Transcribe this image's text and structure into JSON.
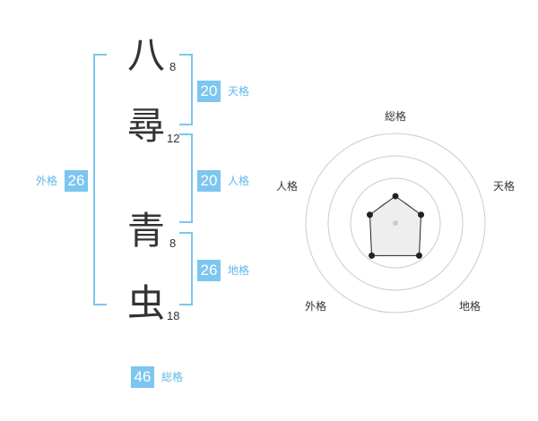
{
  "name": {
    "chars": [
      {
        "char": "八",
        "strokes": "8"
      },
      {
        "char": "尋",
        "strokes": "12"
      },
      {
        "char": "青",
        "strokes": "8"
      },
      {
        "char": "虫",
        "strokes": "18"
      }
    ]
  },
  "kaku": {
    "tenkaku": {
      "value": "20",
      "label": "天格"
    },
    "jinkaku": {
      "value": "20",
      "label": "人格"
    },
    "chikaku": {
      "value": "26",
      "label": "地格"
    },
    "gaikaku": {
      "value": "26",
      "label": "外格"
    },
    "soukaku": {
      "value": "46",
      "label": "総格"
    }
  },
  "radar": {
    "axes": [
      "総格",
      "天格",
      "地格",
      "外格",
      "人格"
    ],
    "values": [
      0.3,
      0.3,
      0.45,
      0.45,
      0.3
    ],
    "ring_count": 4,
    "colors": {
      "ring": "#cccccc",
      "fill": "#eeeeee",
      "line": "#222222",
      "point": "#222222",
      "center": "#cccccc"
    }
  },
  "colors": {
    "accent": "#7cc6f0",
    "label": "#5fb8ea",
    "text": "#333333"
  }
}
